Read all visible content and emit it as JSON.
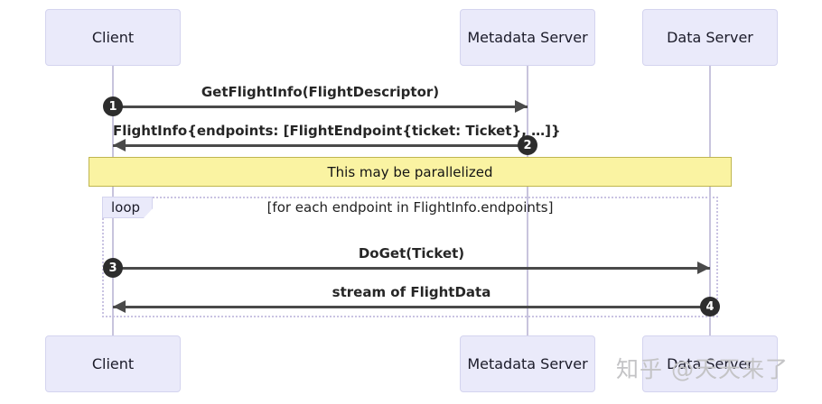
{
  "actors": [
    {
      "label": "Client"
    },
    {
      "label": "Metadata Server"
    },
    {
      "label": "Data Server"
    }
  ],
  "messages": [
    {
      "seq": "1",
      "label": "GetFlightInfo(FlightDescriptor)",
      "from": "Client",
      "to": "Metadata Server"
    },
    {
      "seq": "2",
      "label": "FlightInfo{endpoints: [FlightEndpoint{ticket: Ticket}, …]}",
      "from": "Metadata Server",
      "to": "Client"
    },
    {
      "seq": "3",
      "label": "DoGet(Ticket)",
      "from": "Client",
      "to": "Data Server"
    },
    {
      "seq": "4",
      "label": "stream of FlightData",
      "from": "Data Server",
      "to": "Client"
    }
  ],
  "note": {
    "text": "This may be parallelized"
  },
  "loop": {
    "label": "loop",
    "condition": "[for each endpoint in FlightInfo.endpoints]"
  },
  "watermark": {
    "text": "知乎 @天天来了"
  },
  "colors": {
    "actor_fill": "#eaeafa",
    "actor_border": "#d4d4ef",
    "lifeline": "#c8c4dd",
    "arrow": "#4a4a4a",
    "badge_fill": "#2d2d2d",
    "badge_text": "#ffffff",
    "note_fill": "#faf3a2",
    "note_border": "#bfb64f",
    "loop_border": "#c9c3e2",
    "text": "#1f2020",
    "watermark": "#c4c4c6"
  }
}
